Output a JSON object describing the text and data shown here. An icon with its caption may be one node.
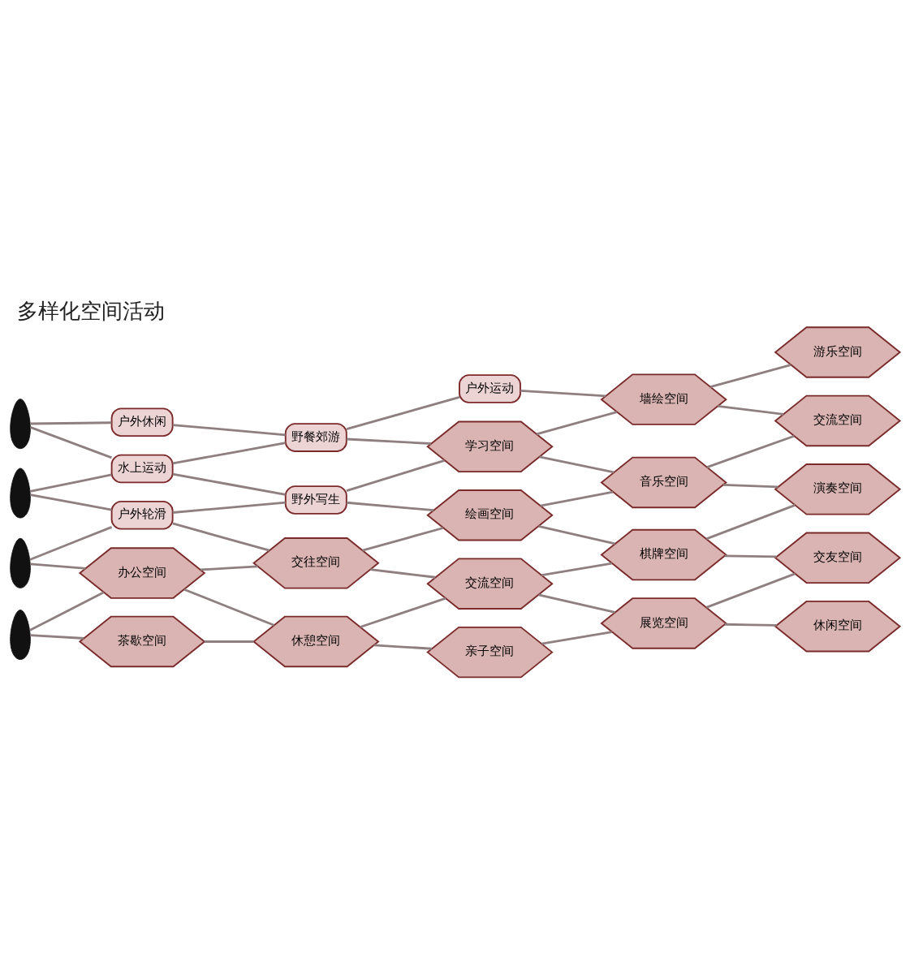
{
  "diagram": {
    "title": "多样化空间活动",
    "nodes": [
      {
        "text": [],
        "shape": "person"
      },
      {
        "text": [],
        "shape": "person"
      },
      {
        "text": [],
        "shape": "person"
      },
      {
        "text": [],
        "shape": "person"
      },
      {
        "text": [
          "户外休闲"
        ]
      },
      {
        "text": [
          "水上运动"
        ]
      },
      {
        "text": [
          "户外轮滑"
        ]
      },
      {
        "text": [
          "办公空间"
        ]
      },
      {
        "text": [
          "茶歇空间"
        ]
      },
      {
        "text": [
          "野餐郊游"
        ]
      },
      {
        "text": [
          "野外写生"
        ]
      },
      {
        "text": [
          "交往空间"
        ]
      },
      {
        "text": [
          "休憩空间"
        ]
      },
      {
        "text": [
          "户外运动"
        ]
      },
      {
        "text": [
          "学习空间"
        ]
      },
      {
        "text": [
          "绘画空间"
        ]
      },
      {
        "text": [
          "交流空间"
        ]
      },
      {
        "text": [
          "亲子空间"
        ]
      },
      {
        "text": [
          "墙绘空间"
        ]
      },
      {
        "text": [
          "音乐空间"
        ]
      },
      {
        "text": [
          "棋牌空间"
        ]
      },
      {
        "text": [
          "展览空间"
        ]
      },
      {
        "text": [
          "游乐空间"
        ]
      },
      {
        "text": [
          "交流空间"
        ]
      },
      {
        "text": [
          "演奏空间"
        ]
      },
      {
        "text": [
          "交友空间"
        ]
      },
      {
        "text": [
          "休闲空间"
        ]
      }
    ],
    "edges": [
      {
        "from": 0,
        "to": 4,
        "arrow": "none"
      },
      {
        "from": 0,
        "to": 5,
        "arrow": "none"
      },
      {
        "from": 1,
        "to": 5,
        "arrow": "none"
      },
      {
        "from": 1,
        "to": 6,
        "arrow": "none"
      },
      {
        "from": 2,
        "to": 6,
        "arrow": "none"
      },
      {
        "from": 2,
        "to": 7,
        "arrow": "none"
      },
      {
        "from": 3,
        "to": 7,
        "arrow": "none"
      },
      {
        "from": 3,
        "to": 8,
        "arrow": "none"
      },
      {
        "from": 4,
        "to": 9,
        "arrow": "none"
      },
      {
        "from": 5,
        "to": 9,
        "arrow": "none"
      },
      {
        "from": 5,
        "to": 10,
        "arrow": "none"
      },
      {
        "from": 6,
        "to": 10,
        "arrow": "none"
      },
      {
        "from": 6,
        "to": 11,
        "arrow": "none"
      },
      {
        "from": 7,
        "to": 11,
        "arrow": "none"
      },
      {
        "from": 7,
        "to": 12,
        "arrow": "none"
      },
      {
        "from": 8,
        "to": 12,
        "arrow": "none"
      },
      {
        "from": 9,
        "to": 13,
        "arrow": "none"
      },
      {
        "from": 9,
        "to": 14,
        "arrow": "none"
      },
      {
        "from": 10,
        "to": 14,
        "arrow": "none"
      },
      {
        "from": 10,
        "to": 15,
        "arrow": "none"
      },
      {
        "from": 11,
        "to": 15,
        "arrow": "none"
      },
      {
        "from": 11,
        "to": 16,
        "arrow": "none"
      },
      {
        "from": 12,
        "to": 16,
        "arrow": "none"
      },
      {
        "from": 12,
        "to": 17,
        "arrow": "none"
      },
      {
        "from": 13,
        "to": 18,
        "arrow": "none"
      },
      {
        "from": 14,
        "to": 18,
        "arrow": "none"
      },
      {
        "from": 14,
        "to": 19,
        "arrow": "none"
      },
      {
        "from": 15,
        "to": 19,
        "arrow": "none"
      },
      {
        "from": 15,
        "to": 20,
        "arrow": "none"
      },
      {
        "from": 16,
        "to": 20,
        "arrow": "none"
      },
      {
        "from": 16,
        "to": 21,
        "arrow": "none"
      },
      {
        "from": 17,
        "to": 21,
        "arrow": "none"
      },
      {
        "from": 18,
        "to": 22,
        "arrow": "none"
      },
      {
        "from": 18,
        "to": 23,
        "arrow": "none"
      },
      {
        "from": 19,
        "to": 23,
        "arrow": "none"
      },
      {
        "from": 19,
        "to": 24,
        "arrow": "none"
      },
      {
        "from": 20,
        "to": 24,
        "arrow": "none"
      },
      {
        "from": 20,
        "to": 25,
        "arrow": "none"
      },
      {
        "from": 21,
        "to": 25,
        "arrow": "none"
      },
      {
        "from": 21,
        "to": 26,
        "arrow": "none"
      }
    ]
  }
}
